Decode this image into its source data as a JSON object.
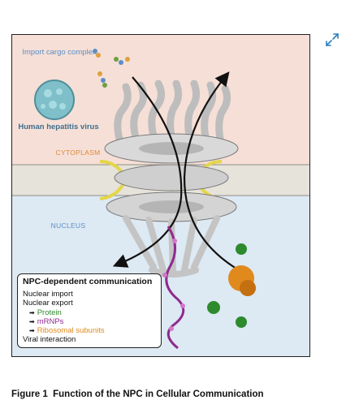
{
  "figure": {
    "labels": {
      "import_cargo": "Import cargo complex",
      "virus": "Human hepatitis virus",
      "cytoplasm": "CYTOPLASM",
      "nucleus": "NUCLEUS"
    },
    "legend": {
      "title": "NPC-dependent communication",
      "nuclear_import": "Nuclear import",
      "nuclear_export": "Nuclear export",
      "protein": "Protein",
      "mrnps": "mRNPs",
      "ribosomal": "Ribosomal subunits",
      "viral": "Viral interaction"
    },
    "colors": {
      "cytoplasm_bg": "#f6dfd6",
      "nucleus_bg": "#dde9f3",
      "membrane": "#e6e3db",
      "membrane_edge": "#e3d64a",
      "protein": "#2d8a2d",
      "mrnp": "#8e2a8e",
      "ribosomal": "#e08a1e"
    }
  },
  "caption": {
    "number": "Figure 1",
    "title": "Function of the NPC in Cellular Communication"
  },
  "icons": {
    "expand": "expand-arrows-icon"
  }
}
